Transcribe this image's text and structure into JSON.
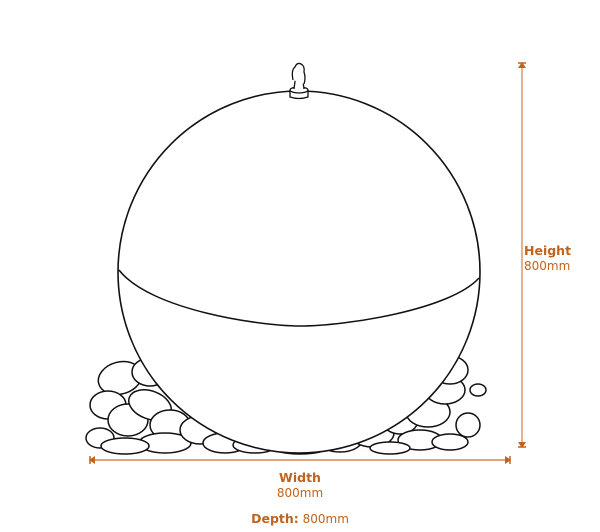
{
  "diagram": {
    "subject": "Sphere water feature on pebble bed",
    "line_color": "#111111",
    "accent_color": "#c0631c",
    "dimension_line_color": "#e0a070"
  },
  "dimensions": {
    "height": {
      "label": "Height",
      "value": "800mm"
    },
    "width": {
      "label": "Width",
      "value": "800mm"
    },
    "depth": {
      "label": "Depth:",
      "value": "800mm"
    }
  }
}
